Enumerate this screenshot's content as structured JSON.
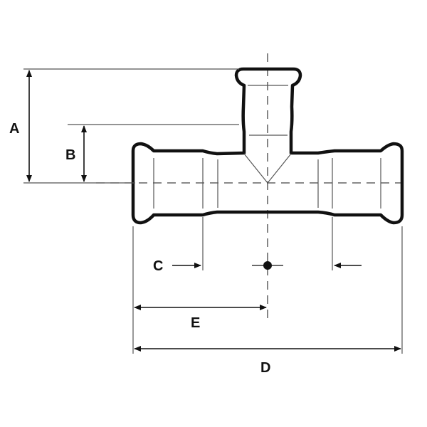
{
  "diagram": {
    "subject": "tee-fitting",
    "labels": {
      "A": "A",
      "B": "B",
      "C": "C",
      "D": "D",
      "E": "E"
    },
    "colors": {
      "stroke": "#111111",
      "thin": "#555555",
      "background": "#ffffff"
    }
  }
}
